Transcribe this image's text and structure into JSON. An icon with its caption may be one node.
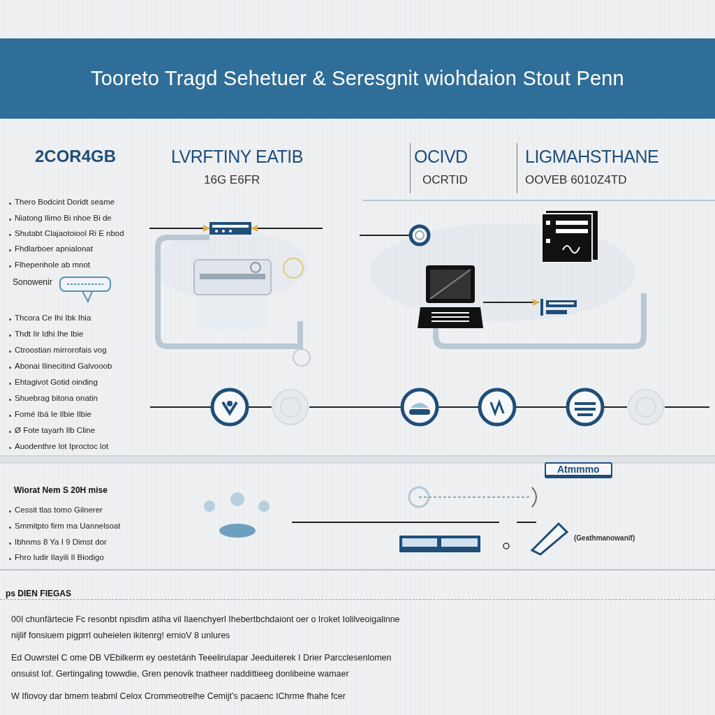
{
  "diagram": {
    "title": "Tooreto Tragd Sehetuer & Seresgnit wiohdaion Stout Penn",
    "nodes": [
      {
        "text": [],
        "shape": "picture"
      },
      {
        "text": [],
        "shape": "picture"
      },
      {
        "text": [],
        "shape": "picture"
      },
      {
        "text": [],
        "shape": "picture"
      },
      {
        "text": [],
        "shape": "circle"
      },
      {
        "text": [],
        "shape": "circle"
      },
      {
        "text": [],
        "shape": "circle"
      },
      {
        "text": [],
        "shape": "circle"
      },
      {
        "text": [],
        "shape": "circle"
      },
      {
        "text": [],
        "shape": "circle"
      },
      {
        "text": [],
        "shape": "circle"
      }
    ],
    "edges": [
      {
        "from": null,
        "to": 0,
        "arrow": "to"
      },
      {
        "from": null,
        "to": 0,
        "arrow": "to"
      },
      {
        "from": 1,
        "to": 2,
        "arrow": "to"
      },
      {
        "from": null,
        "to": 10,
        "arrow": "none"
      },
      {
        "from": null,
        "to": 4,
        "arrow": "none"
      },
      {
        "from": 4,
        "to": 5,
        "arrow": "none"
      },
      {
        "from": 5,
        "to": 6,
        "arrow": "none"
      },
      {
        "from": 6,
        "to": 7,
        "arrow": "none"
      },
      {
        "from": 7,
        "to": 8,
        "arrow": "none"
      },
      {
        "from": 8,
        "to": 9,
        "arrow": "none"
      },
      {
        "from": 9,
        "to": null,
        "arrow": "none"
      }
    ],
    "labels": [
      "2COR4GB",
      "LVRFTINY EATIB",
      "16G E6FR",
      "OCIVD",
      "OCRTID",
      "LIGMAHSTHANE",
      "OOVEB 6010Z4TD",
      "Thero Bodcint Doridt seame",
      "Niatong Ilimo Bi nhoe Bi de",
      "Shutabt Clajaotoiool Ri E nbod",
      "Fhdlarboer apnialonat",
      "Flhepenhole ab mnot",
      "Sonowenir",
      "Thcora Ce Ihi Ibk Ihia",
      "Thdt Iir Idhi Ihe Ibie",
      "Ctroostian mirrorofais vog",
      "Abonai Ilinecitind Galvooob",
      "Ehtagivot Gotid oinding",
      "Shuebrag bitona onatin",
      "Fomé Ibá Ie Ilbie Ilbie",
      "Ø Fote tayarh Ilb Cline",
      "Auodenthre lot Iproctoc lot",
      "Atmmmo",
      "Wiorat Nem S 20H mise",
      "Cessit tlas tomo Gilnerer",
      "Smmitpto firm ma Uannelsoat",
      "Ibhnms 8 Ya I 9 Dimst dor",
      "Fhro ludir Ilayili Il Biodigo",
      "(Geathmanowanif)",
      "ps DIEN FIEGAS",
      "00I chunfärtecie Fc resonbt npisdim atiha vil Ilaenchyerl Ihebertbchdaiont oer o Iroket Iolilveoigalinne nijlif fonsiuem pigprrl ouheielen ikitenrg! ernioV 8 unlures",
      "Ed Ouwrstel C ome DB VEbilkerm ey oestetánh Teeelirulapar Jeeduiterek I Drier Parcclesenlomen onsuist Iof. Gertingaling towwdie, Gren penovik tnatheer naddittieeg donlibeine wamaer",
      "W Ifiovoy dar bmem teabml Celox Crommeotrelhe Cemijt's pacaenc IChrme fhahe fcer"
    ]
  }
}
